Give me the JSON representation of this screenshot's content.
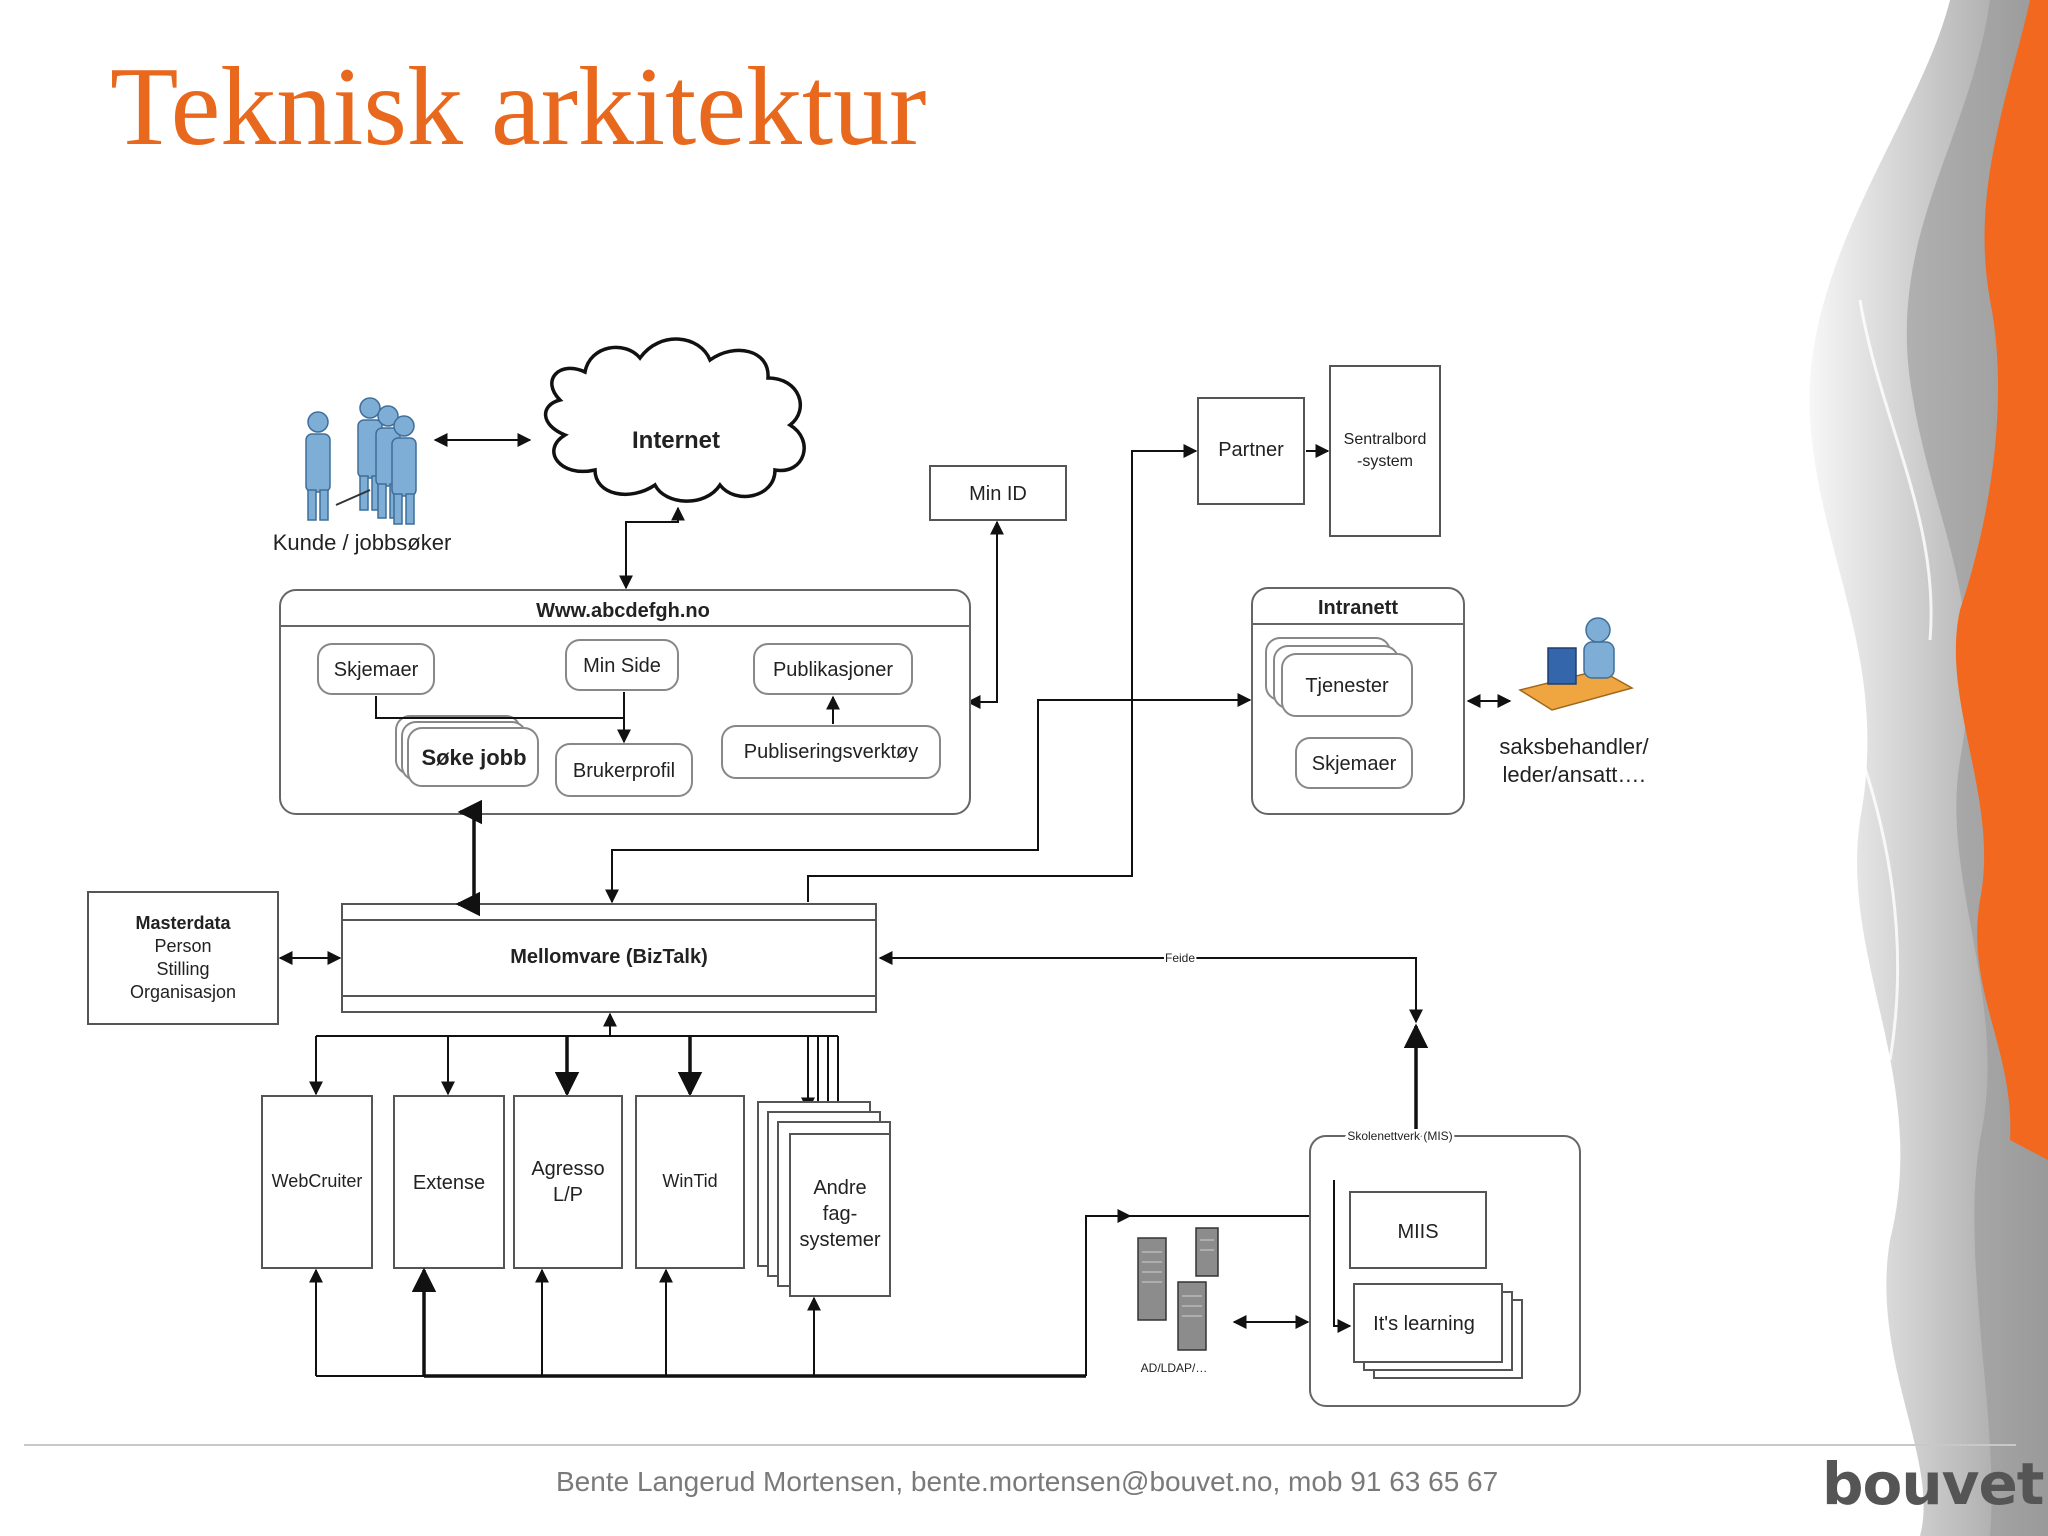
{
  "title": "Teknisk arkitektur",
  "diagram": {
    "actors": {
      "customer": "Kunde / jobbsøker",
      "caseworker_line1": "saksbehandler/",
      "caseworker_line2": "leder/ansatt…."
    },
    "internet": "Internet",
    "min_id": "Min ID",
    "partner": "Partner",
    "switchboard_line1": "Sentralbord",
    "switchboard_line2": "-system",
    "website": {
      "title": "Www.abcdefgh.no",
      "skjemaer": "Skjemaer",
      "min_side": "Min Side",
      "publikasjoner": "Publikasjoner",
      "soke_jobb": "Søke jobb",
      "brukerprofil": "Brukerprofil",
      "publiseringsverktoy": "Publiseringsverktøy"
    },
    "intranet": {
      "title": "Intranett",
      "tjenester": "Tjenester",
      "skjemaer": "Skjemaer"
    },
    "masterdata": {
      "title": "Masterdata",
      "line1": "Person",
      "line2": "Stilling",
      "line3": "Organisasjon"
    },
    "middleware": "Mellomvare (BizTalk)",
    "feide": "Feide",
    "systems": {
      "webcruiter": "WebCruiter",
      "extense": "Extense",
      "agresso_line1": "Agresso",
      "agresso_line2": "L/P",
      "wintid": "WinTid",
      "andre_line1": "Andre",
      "andre_line2": "fag-",
      "andre_line3": "systemer"
    },
    "school_network": {
      "title": "Skolenettverk (MIS)",
      "miis": "MIIS",
      "its_learning": "It's learning"
    },
    "ad_ldap": "AD/LDAP/…"
  },
  "footer": "Bente Langerud Mortensen, bente.mortensen@bouvet.no, mob 91 63 65 67",
  "logo": "bouvet",
  "colors": {
    "title": "#e8691e",
    "accent_orange": "#f2681e",
    "figure_blue": "#7eaed6"
  }
}
